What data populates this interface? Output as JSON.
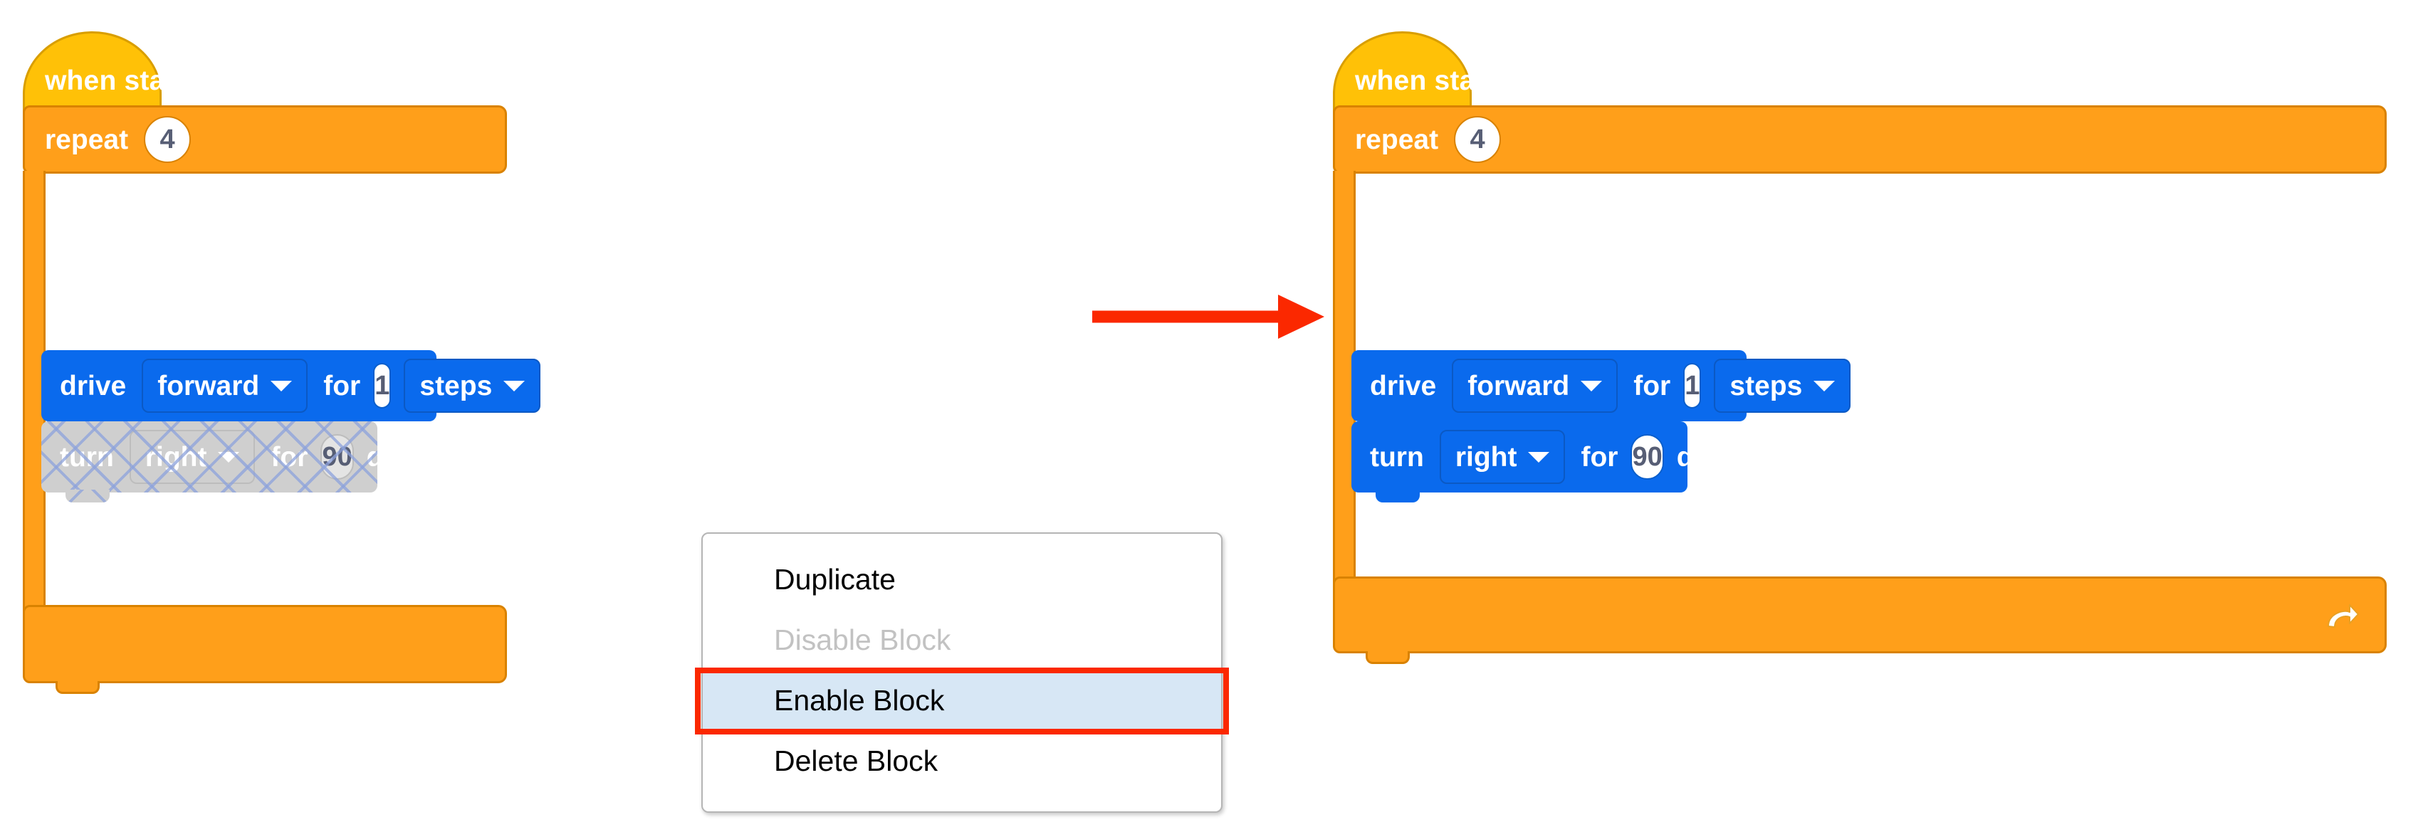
{
  "figure": {
    "type": "vexcode-block-programming-illustration",
    "description": "Before-and-after of enabling a disabled block via the right-click context menu"
  },
  "colors": {
    "hat_block": "#FFC107",
    "hat_block_border": "#D99E00",
    "control_block": "#FF9F1A",
    "control_block_border": "#D98200",
    "motion_block": "#0A6AED",
    "motion_block_border": "#0B59C4",
    "disabled_block": "#CFCFCF",
    "hatch_line": "#8CA2DC",
    "annotation_red": "#FB2800",
    "menu_highlight": "#D7E7F5",
    "menu_disabled_text": "#C2C2C2",
    "field_text": "#575E75"
  },
  "left_stack": {
    "hat": {
      "label": "when started"
    },
    "repeat": {
      "label": "repeat",
      "count": "4"
    },
    "blocks": [
      {
        "id": "drive-block",
        "state": "enabled",
        "label": "drive",
        "direction": "forward",
        "for_label": "for",
        "amount": "1",
        "unit": "steps"
      },
      {
        "id": "turn-block",
        "state": "disabled",
        "label": "turn",
        "direction": "right",
        "for_label": "for",
        "amount": "90",
        "unit": "degrees"
      }
    ]
  },
  "right_stack": {
    "hat": {
      "label": "when started"
    },
    "repeat": {
      "label": "repeat",
      "count": "4",
      "loop_icon": "loop-arrow-icon"
    },
    "blocks": [
      {
        "id": "drive-block",
        "state": "enabled",
        "label": "drive",
        "direction": "forward",
        "for_label": "for",
        "amount": "1",
        "unit": "steps"
      },
      {
        "id": "turn-block",
        "state": "enabled",
        "label": "turn",
        "direction": "right",
        "for_label": "for",
        "amount": "90",
        "unit": "degrees"
      }
    ]
  },
  "context_menu": {
    "items": [
      {
        "label": "Duplicate",
        "state": "enabled"
      },
      {
        "label": "Disable Block",
        "state": "disabled"
      },
      {
        "label": "Enable Block",
        "state": "highlighted"
      },
      {
        "label": "Delete Block",
        "state": "enabled"
      }
    ]
  },
  "annotation": {
    "arrow": "transition-arrow-icon",
    "highlight_target": "Enable Block"
  }
}
